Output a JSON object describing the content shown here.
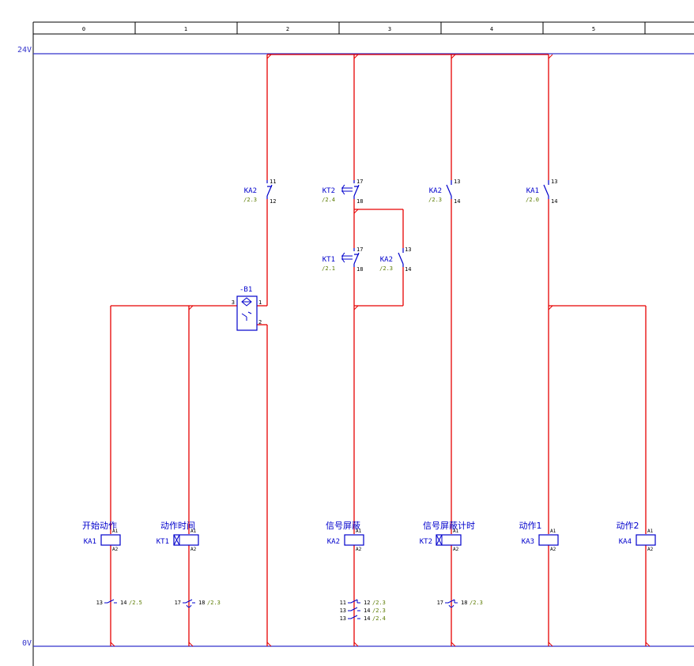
{
  "ruler": {
    "columns": [
      "0",
      "1",
      "2",
      "3",
      "4",
      "5"
    ]
  },
  "rails": {
    "top": "24V",
    "bottom": "0V"
  },
  "contacts": [
    {
      "name": "KA2",
      "ref": "/2.3",
      "pin_top": "11",
      "pin_bottom": "12"
    },
    {
      "name": "KT2",
      "ref": "/2.4",
      "pin_top": "17",
      "pin_bottom": "18"
    },
    {
      "name": "KA2",
      "ref": "/2.3",
      "pin_top": "13",
      "pin_bottom": "14"
    },
    {
      "name": "KA1",
      "ref": "/2.0",
      "pin_top": "13",
      "pin_bottom": "14"
    },
    {
      "name": "KT1",
      "ref": "/2.1",
      "pin_top": "17",
      "pin_bottom": "18"
    },
    {
      "name": "KA2",
      "ref": "/2.3",
      "pin_top": "13",
      "pin_bottom": "14"
    }
  ],
  "sensor": {
    "name": "-B1",
    "pin_3": "3",
    "pin_1": "1",
    "pin_2": "2"
  },
  "coils": [
    {
      "title": "开始动作",
      "name": "KA1",
      "a1": "A1",
      "a2": "A2"
    },
    {
      "title": "动作时间",
      "name": "KT1",
      "a1": "A1",
      "a2": "A2"
    },
    {
      "title": "信号屏蔽",
      "name": "KA2",
      "a1": "A1",
      "a2": "A2"
    },
    {
      "title": "信号屏蔽计时",
      "name": "KT2",
      "a1": "A1",
      "a2": "A2"
    },
    {
      "title": "动作1",
      "name": "KA3",
      "a1": "A1",
      "a2": "A2"
    },
    {
      "title": "动作2",
      "name": "KA4",
      "a1": "A1",
      "a2": "A2"
    }
  ],
  "cross_refs": [
    {
      "p1": "13",
      "p2": "14",
      "ref": "/2.5"
    },
    {
      "p1": "17",
      "p2": "18",
      "ref": "/2.3"
    },
    {
      "p1": "11",
      "p2": "12",
      "ref": "/2.3"
    },
    {
      "p1": "13",
      "p2": "14",
      "ref": "/2.3"
    },
    {
      "p1": "13",
      "p2": "14",
      "ref": "/2.4"
    },
    {
      "p1": "17",
      "p2": "18",
      "ref": "/2.3"
    }
  ],
  "colors": {
    "wire": "#e60000",
    "symbol": "#0000cc",
    "rail": "#3333cc",
    "ref": "#5a7a00"
  }
}
